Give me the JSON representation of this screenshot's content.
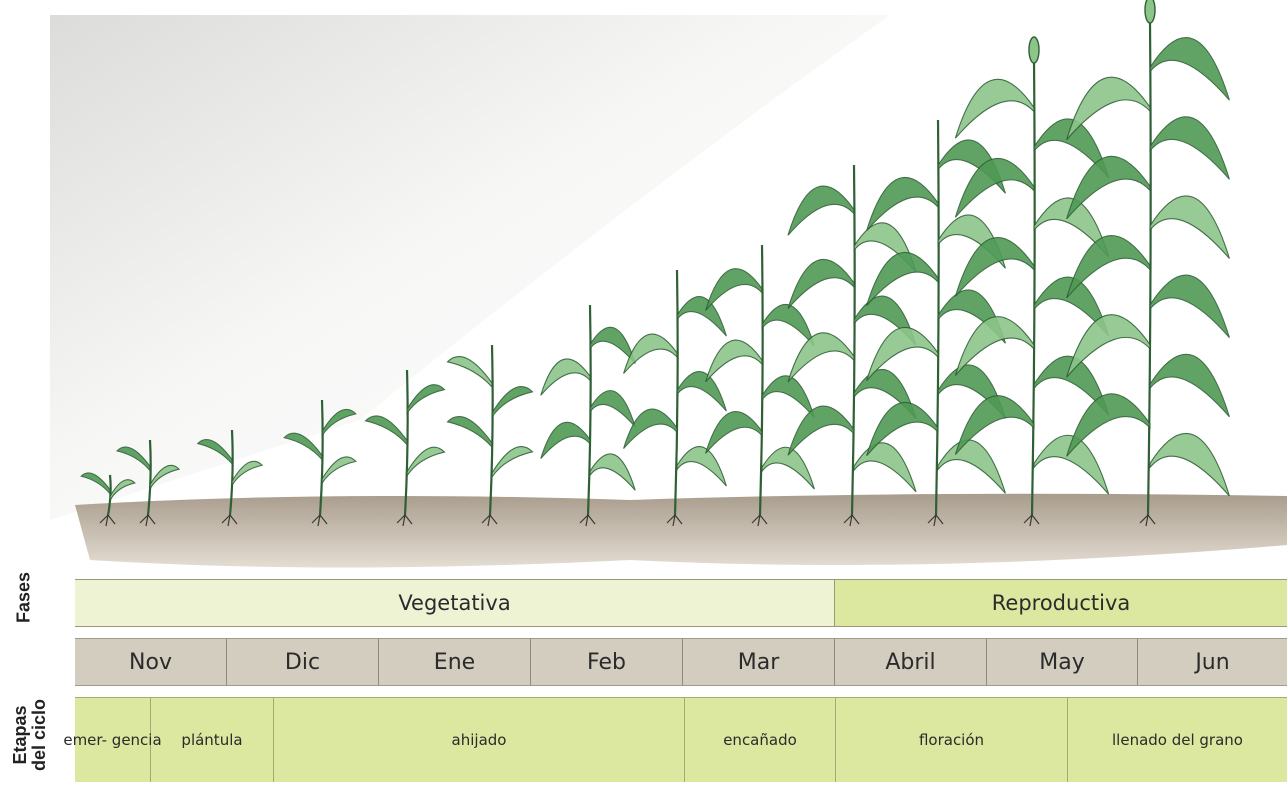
{
  "labels": {
    "fases": "Fases",
    "etapas": "Etapas\ndel ciclo"
  },
  "phases": [
    {
      "label": "Vegetativa",
      "color": "#eef3d4"
    },
    {
      "label": "Reproductiva",
      "color": "#dce7a0"
    }
  ],
  "months": [
    "Nov",
    "Dic",
    "Ene",
    "Feb",
    "Mar",
    "Abril",
    "May",
    "Jun"
  ],
  "stages": [
    "emer-\ngencia",
    "plántula",
    "ahijado",
    "encañado",
    "floración",
    "llenado del grano"
  ],
  "colors": {
    "plant_green": "#4f9a55",
    "leaf_light": "#8cc58a",
    "soil": "#b9ad9c",
    "month_band": "#d2cdbf",
    "stage_band": "#dce7a0"
  }
}
